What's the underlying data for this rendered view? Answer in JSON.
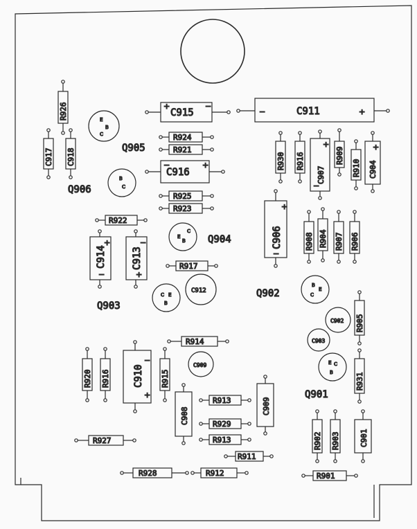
{
  "board": {
    "colors": {
      "ink": "#2a2a2a",
      "paper": "#fafafa"
    }
  },
  "labels": {
    "q901": "Q901",
    "q902": "Q902",
    "q903": "Q903",
    "q904": "Q904",
    "q905": "Q905",
    "q906": "Q906",
    "c901": "C901",
    "c902": "C902",
    "c903": "C903",
    "c904": "C904",
    "c906": "C906",
    "c907": "C907",
    "c908": "C908",
    "c909": "C909",
    "c910": "C910",
    "c911": "C911",
    "c912": "C912",
    "c913": "C913",
    "c914": "C914",
    "c915": "C915",
    "c916": "C916",
    "c917": "C917",
    "c918": "C918",
    "r901": "R901",
    "r902": "R902",
    "r903": "R903",
    "r904": "R904",
    "r905": "R905",
    "r906": "R906",
    "r907": "R907",
    "r908": "R908",
    "r909": "R909",
    "r910": "R910",
    "r911": "R911",
    "r912": "R912",
    "r913": "R913",
    "r914": "R914",
    "r915": "R915",
    "r916a": "R916",
    "r916b": "R916",
    "r917": "R917",
    "r920": "R920",
    "r921": "R921",
    "r922": "R922",
    "r923": "R923",
    "r924": "R924",
    "r925": "R925",
    "r926": "R926",
    "r927": "R927",
    "r928": "R928",
    "r929": "R929",
    "r930": "R930",
    "r931": "R931"
  },
  "symbols": {
    "plus": "+",
    "minus": "−",
    "emitter": "E",
    "base": "B",
    "collector": "C"
  }
}
